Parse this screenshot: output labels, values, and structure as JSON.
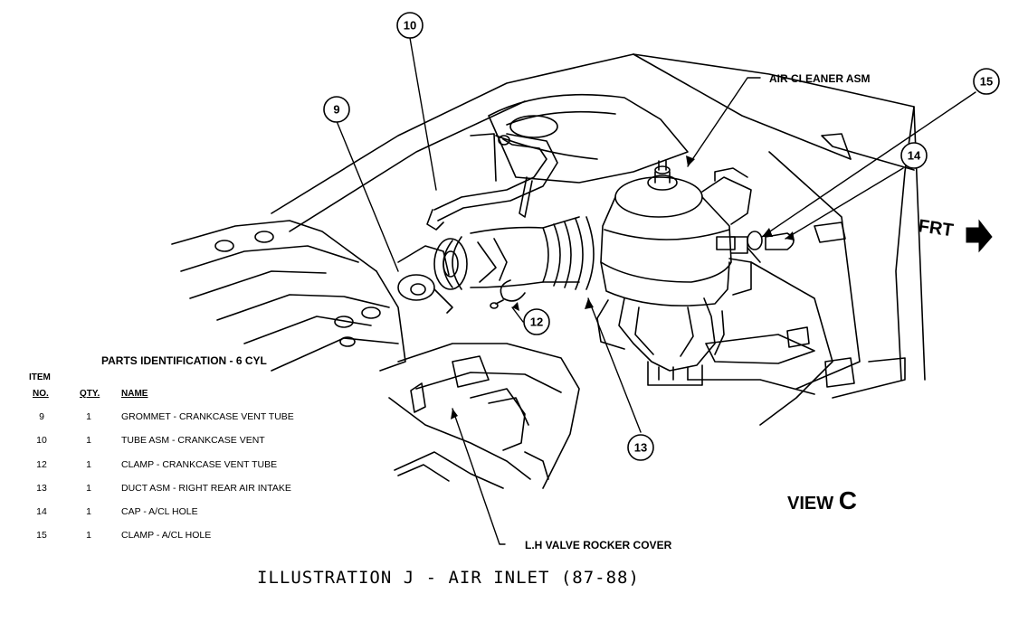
{
  "labels": {
    "air_cleaner": "AIR CLEANER ASM",
    "frt": "FRT",
    "lh_valve": "L.H VALVE ROCKER COVER",
    "view_word": "VIEW",
    "view_letter": "C"
  },
  "callouts": [
    "9",
    "10",
    "12",
    "13",
    "14",
    "15"
  ],
  "parts_table": {
    "title": "PARTS IDENTIFICATION - 6 CYL",
    "header_item": "ITEM",
    "header_no": "NO.",
    "header_qty": "QTY.",
    "header_name": "NAME",
    "rows": [
      {
        "no": "9",
        "qty": "1",
        "name": "GROMMET - CRANKCASE VENT TUBE"
      },
      {
        "no": "10",
        "qty": "1",
        "name": "TUBE ASM - CRANKCASE VENT"
      },
      {
        "no": "12",
        "qty": "1",
        "name": "CLAMP - CRANKCASE VENT TUBE"
      },
      {
        "no": "13",
        "qty": "1",
        "name": "DUCT ASM - RIGHT REAR AIR INTAKE"
      },
      {
        "no": "14",
        "qty": "1",
        "name": "CAP - A/CL HOLE"
      },
      {
        "no": "15",
        "qty": "1",
        "name": "CLAMP - A/CL HOLE"
      }
    ]
  },
  "caption": "ILLUSTRATION J - AIR INLET (87-88)"
}
